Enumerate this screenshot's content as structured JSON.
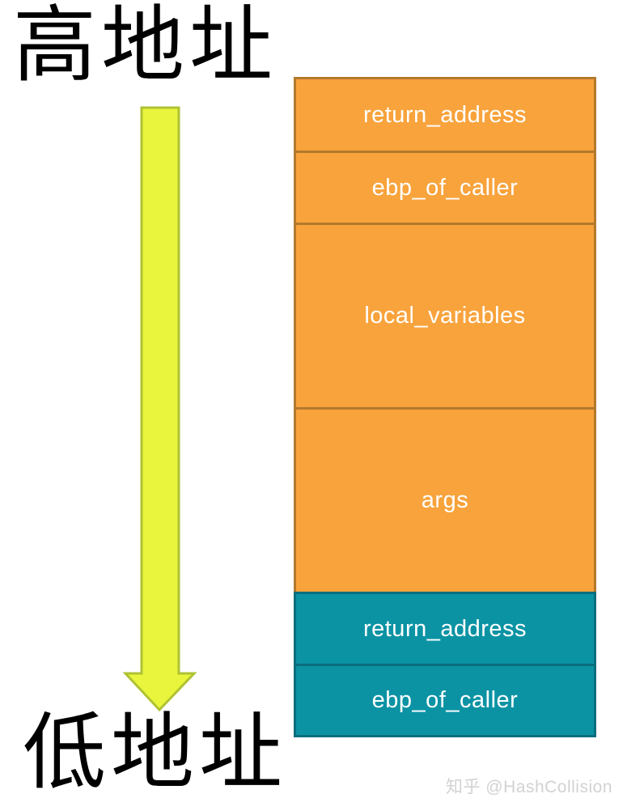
{
  "page": {
    "high_address_label": "高地址",
    "low_address_label": "低地址",
    "watermark": "知乎 @HashCollision"
  },
  "colors": {
    "orange_fill": "#F8A33C",
    "orange_border": "#B3792C",
    "teal_fill": "#0B93A4",
    "teal_border": "#0A6E7C",
    "arrow_fill": "#E9F53C",
    "arrow_border": "#AFC232",
    "label_text": "#FFFFFF",
    "address_text": "#000000",
    "watermark_text": "#D2D2D2"
  },
  "arrow": {
    "direction": "down",
    "meaning": "address decreases downward"
  },
  "stack": {
    "frames": [
      {
        "label": "return_address",
        "color_group": "orange"
      },
      {
        "label": "ebp_of_caller",
        "color_group": "orange"
      },
      {
        "label": "local_variables",
        "color_group": "orange"
      },
      {
        "label": "args",
        "color_group": "orange"
      },
      {
        "label": "return_address",
        "color_group": "teal"
      },
      {
        "label": "ebp_of_caller",
        "color_group": "teal"
      }
    ]
  }
}
